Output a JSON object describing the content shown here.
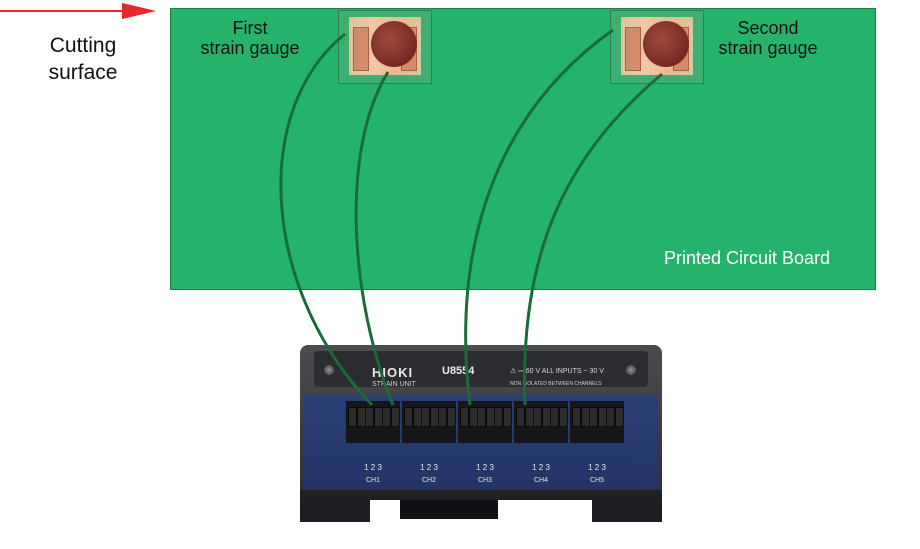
{
  "labels": {
    "cutting_surface_line1": "Cutting",
    "cutting_surface_line2": "surface",
    "first_gauge_line1": "First",
    "first_gauge_line2": "strain gauge",
    "second_gauge_line1": "Second",
    "second_gauge_line2": "strain gauge",
    "pcb": "Printed Circuit Board"
  },
  "device": {
    "brand": "HIOKI",
    "model": "U8554",
    "unit": "STRAIN UNIT",
    "warning": "⚠ ⎓ 60 V  ALL INPUTS  ~ 30 V",
    "isolation": "NON ISOLATED BETWEEN CHANNELS",
    "dip_numbers": "1 2 3",
    "channels": [
      "CH1",
      "CH2",
      "CH3",
      "CH4",
      "CH5"
    ]
  },
  "colors": {
    "pcb": "#25b36b",
    "arrow": "#e8262b",
    "wire": "#1a6b3a",
    "device": "#3b3d41",
    "cover": "#2a3f7a"
  }
}
